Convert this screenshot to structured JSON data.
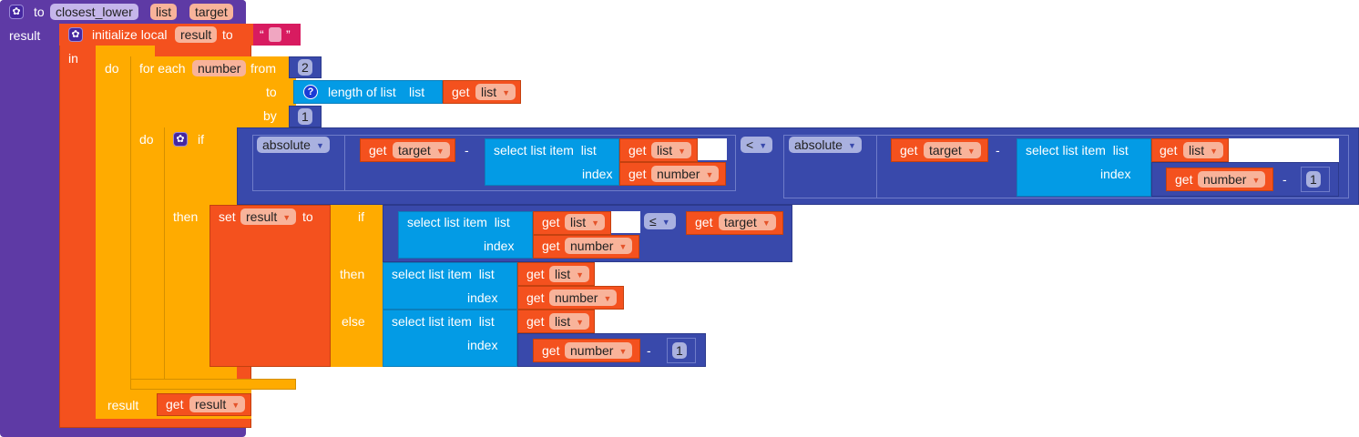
{
  "procedure": {
    "keyword": "to",
    "name": "closest_lower",
    "params": [
      "list",
      "target"
    ],
    "result_label": "result"
  },
  "init": {
    "label": "initialize local",
    "var": "result",
    "to": "to",
    "in": "in",
    "open_quote": "“",
    "close_quote": "”"
  },
  "do_block": {
    "do": "do",
    "result": "result"
  },
  "foreach": {
    "label": "for each",
    "var": "number",
    "from": "from",
    "from_value": "2",
    "to": "to",
    "by": "by",
    "by_value": "1",
    "do": "do"
  },
  "length": {
    "label": "length of list",
    "list": "list",
    "help": "?"
  },
  "words": {
    "get": "get",
    "if": "if",
    "then": "then",
    "else": "else",
    "set": "set",
    "to": "to",
    "minus": "-",
    "index": "index",
    "select": "select list item  list",
    "absolute": "absolute",
    "lt": "<",
    "le": "≤",
    "one": "1"
  },
  "vars": {
    "list": "list",
    "target": "target",
    "number": "number",
    "result": "result"
  },
  "colors": {
    "procedure": "#5e3aa5",
    "variables": "#f4511e",
    "control": "#ffab00",
    "math": "#3949ab",
    "lists": "#039be5",
    "text": "#d81b60"
  }
}
